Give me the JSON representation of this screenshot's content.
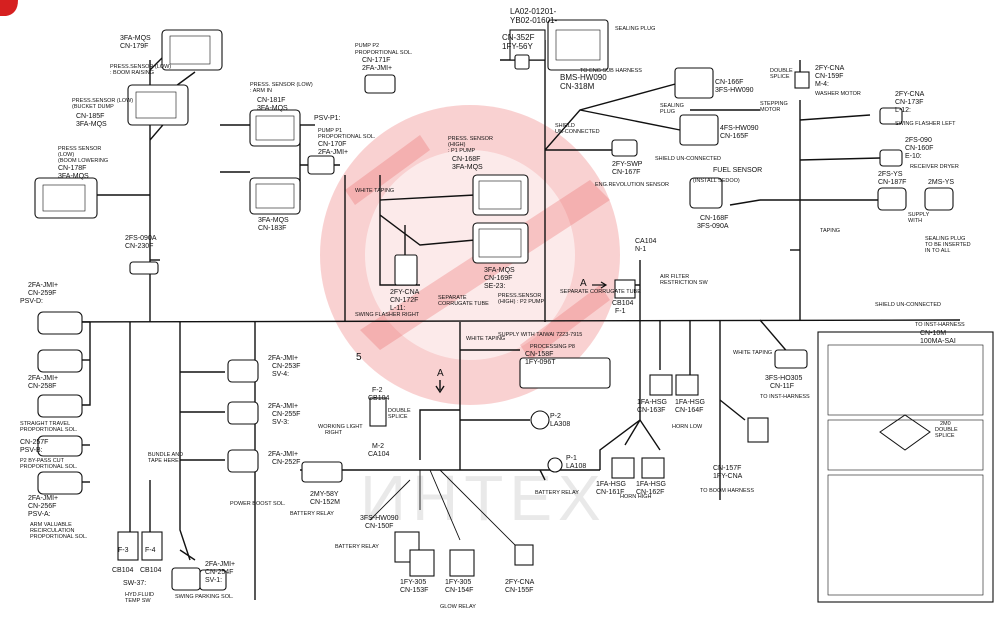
{
  "title": {
    "line1": "LA02-01201-",
    "line2": "YB02-01601-"
  },
  "watermark": "ИНТЕХ",
  "labels": {
    "cn352": [
      "CN-352F",
      "1FY-56Y"
    ],
    "bms": [
      "BMS-HW090",
      "CN-318M"
    ],
    "sealing_plug_top": "SEALING PLUG",
    "to_eng_sub": "TO ENG SUB HARNESS",
    "pump_p2": [
      "PUMP P2",
      "PROPORTIONAL SOL.",
      "CN-171F",
      "2FA-JMI+"
    ],
    "cn179": [
      "3FA-MQS",
      "CN-179F"
    ],
    "press_boom_raise": [
      "PRESS.SENSOR (LOW)",
      ": BOOM RAISING"
    ],
    "cn185": [
      "PRESS.SENSOR (LOW)",
      "(BUCKET DUMP",
      "CN-185F",
      "3FA-MQS"
    ],
    "cn178": [
      "PRESS SENSOR",
      "(LOW)",
      "(BOOM LOWERING",
      "CN-178F",
      "3FA-MQS"
    ],
    "cn181": [
      "PRESS. SENSOR (LOW)",
      ": ARM IN",
      "CN-181F",
      "3FA-MQS"
    ],
    "psv_p1": "PSV-P1:",
    "pump_p1": [
      "PUMP P1",
      "PROPORTIONAL SOL.",
      "CN-170F",
      "2FA-JMI+"
    ],
    "cn183": [
      "3FA-MQS",
      "CN-183F"
    ],
    "white_taping_1": "WHITE TAPING",
    "cn168": [
      "PRESS. SENSOR",
      "(HIGH)",
      ": P1 PUMP",
      "CN-168F",
      "3FA-MQS"
    ],
    "cn169": [
      "3FA-MQS",
      "CN-169F",
      "SE-23:"
    ],
    "cn172": [
      "2FY-CNA",
      "CN-172F",
      "L-11:"
    ],
    "swing_flasher_right": "SWING FLASHER RIGHT",
    "separate_tube_1": [
      "SEPARATE",
      "CORRUGATE TUBE"
    ],
    "press_p2": [
      "PRESS.SENSOR",
      "(HIGH) : P2 PUMP"
    ],
    "cn230": [
      "2FS-090A",
      "CN-230F"
    ],
    "cn259": [
      "2FA-JMI+",
      "CN-259F",
      "PSV-D:"
    ],
    "cn258": [
      "2FA-JMI+",
      "CN-258F"
    ],
    "straight_travel": [
      "STRAIGHT TRAVEL",
      "PROPORTIONAL SOL."
    ],
    "cn257": [
      "CN-257F",
      "PSV-B:"
    ],
    "p2_bypass": [
      "P2 BY-PASS CUT",
      "PROPORTIONAL SOL."
    ],
    "cn256": [
      "2FA-JMI+",
      "CN-256F",
      "PSV-A:"
    ],
    "arm_valuable": [
      "ARM VALUABLE",
      "RECIRCULATION",
      "PROPORTIONAL SOL."
    ],
    "bundle": [
      "BUNDLE AND",
      "TAPE HERE"
    ],
    "cb104_f3": [
      "F-3",
      "CB104"
    ],
    "cb104_f4": [
      "F-4",
      "CB104"
    ],
    "sw37": "SW-37:",
    "hyd_fluid": [
      "HYD.FLUID",
      "TEMP SW"
    ],
    "cn253": [
      "2FA-JMI+",
      "CN-253F",
      "SV-4:"
    ],
    "cn255": [
      "2FA-JMI+",
      "CN-255F",
      "SV-3:"
    ],
    "cn252": [
      "2FA-JMI+",
      "CN-252F"
    ],
    "power_boost": "POWER BOOST SOL.",
    "cn254": [
      "2FA-JMI+",
      "CN-254F",
      "SV-1:"
    ],
    "swing_parking": "SWING PARKING SOL.",
    "cb104_f2": [
      "F-2",
      "CB104"
    ],
    "working_light": [
      "WORKING LIGHT",
      "RIGHT"
    ],
    "ca104_m2": [
      "M-2",
      "CA104"
    ],
    "double_splice": [
      "DOUBLE",
      "SPLICE"
    ],
    "supply_taiwan": "SUPPLY WITH TAIWAI 7223-7915",
    "processing": "PROCESSING P8",
    "cn158": [
      "CN-158F",
      "1FY-096T"
    ],
    "white_taping_2": "WHITE TAPING",
    "p2_la308": [
      "P-2",
      "LA308"
    ],
    "p1_la108": [
      "P-1",
      "LA108"
    ],
    "battery_relay": "BATTERY RELAY",
    "cn152": [
      "2MY-58Y",
      "CN-152M"
    ],
    "battery_relay_2": "BATTERY RELAY",
    "cn150": [
      "3FS-HW090",
      "CN-150F"
    ],
    "battery_relay_3": "BATTERY RELAY",
    "cn153": [
      "1FY-305",
      "CN-153F"
    ],
    "cn154": [
      "1FY-305",
      "CN-154F"
    ],
    "cn155": [
      "2FY-CNA",
      "CN-155F"
    ],
    "glow_relay": "GLOW RELAY",
    "horn_high": "HORN HIGH",
    "horn_low": "HORN LOW",
    "cn161": [
      "1FA-HSG",
      "CN-161F"
    ],
    "cn162": [
      "1FA-HSG",
      "CN-162F"
    ],
    "cn163": [
      "1FA-HSG",
      "CN-163F"
    ],
    "cn164": [
      "1FA-HSG",
      "CN-164F"
    ],
    "ca104_n1": [
      "CA104",
      "N-1"
    ],
    "cb104_f1": [
      "CB104",
      "F-1"
    ],
    "air_filter": [
      "AIR FILTER",
      "RESTRICTION SW"
    ],
    "separate_tube_2": "SEPARATE CORRUGATE TUBE",
    "cn166": [
      "CN-166F",
      "3FS-HW090"
    ],
    "sealing_plug_2": [
      "SEALING",
      "PLUG"
    ],
    "stepping_motor": [
      "STEPPING",
      "MOTOR"
    ],
    "cn165": [
      "4FS-HW090",
      "CN-165F"
    ],
    "shield_unconn_1": [
      "SHIELD",
      "UN-CONNECTED"
    ],
    "cn167": [
      "2FY-SWP",
      "CN-167F"
    ],
    "shield_unconn_2": "SHIELD UN-CONNECTED",
    "eng_rev": "ENG.REVOLUTION SENSOR",
    "fuel_sensor": [
      "FUEL SENSOR",
      "(INSTALL SEDOO)"
    ],
    "cn168_fuel": [
      "CN-168F",
      "3FS-090A"
    ],
    "taping": "TAPING",
    "cn159": [
      "2FY-CNA",
      "CN-159F",
      "M-4:"
    ],
    "washer_motor": "WASHER MOTOR",
    "cn173": [
      "2FY-CNA",
      "CN-173F",
      "L-12:"
    ],
    "swing_flasher_left": "SWING FLASHER LEFT",
    "cn160": [
      "2FS-090",
      "CN-160F",
      "E-10:"
    ],
    "receiver_dryer": "RECEIVER DRYER",
    "cn187": [
      "2FS-YS",
      "CN-187F"
    ],
    "2ms_ys": "2MS-YS",
    "supply_with": [
      "SUPPLY",
      "WITH"
    ],
    "sealing_plug_3": [
      "SEALING PLUG",
      "TO BE INSERTED",
      "IN TO ALL"
    ],
    "shield_unconn_3": "SHIELD UN-CONNECTED",
    "to_inst_1": [
      "TO INST-HARNESS",
      "CN-10M",
      "100MA-SAI"
    ],
    "white_taping_3": "WHITE TAPING",
    "cn305": [
      "3FS-HO305",
      "CN-11F"
    ],
    "to_inst_2": "TO INST-HARNESS",
    "cn157": [
      "CN-157F",
      "1FY-CNA"
    ],
    "to_boom": "TO BOOM HARNESS",
    "arrow_a": "A",
    "num_5": "5",
    "double_splice_right": [
      "2M0",
      "DOUBLE",
      "SPLICE"
    ]
  },
  "colors": {
    "line": "#111111",
    "watermark": "#e85a5a",
    "corner": "#d62020"
  }
}
